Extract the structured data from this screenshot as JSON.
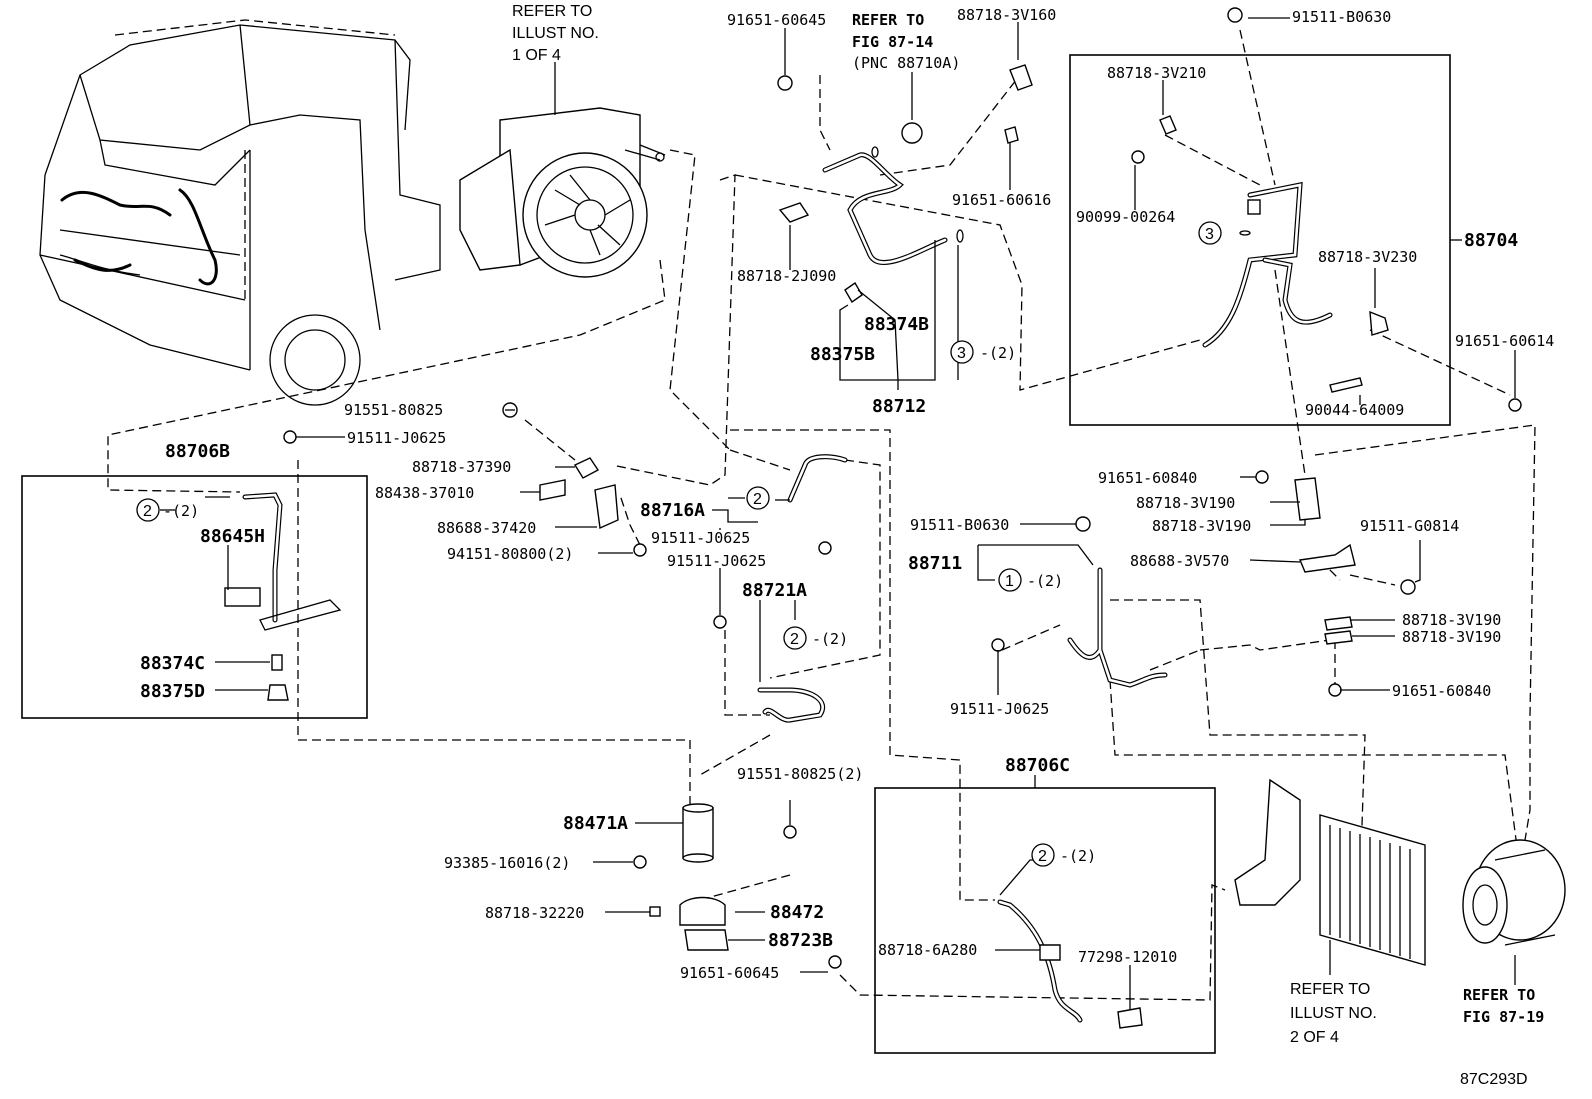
{
  "labels": {
    "refer_illust_1": [
      "REFER TO",
      "ILLUST NO.",
      "1 OF 4"
    ],
    "refer_illust_2": [
      "REFER TO",
      "ILLUST NO.",
      "2 OF 4"
    ],
    "refer_fig_87_14": [
      "REFER TO",
      "FIG 87-14",
      "(PNC 88710A)"
    ],
    "refer_fig_87_19": [
      "REFER TO",
      "FIG 87-19"
    ],
    "p91651_60645_top": "91651-60645",
    "p88718_3v160": "88718-3V160",
    "p91511_b0630_top": "91511-B0630",
    "p88718_3v210": "88718-3V210",
    "p91651_60616": "91651-60616",
    "p90099_00264": "90099-00264",
    "p88704": "88704",
    "p88718_3v230": "88718-3V230",
    "p88718_2j090": "88718-2J090",
    "p88374b": "88374B",
    "p88375b": "88375B",
    "p88712": "88712",
    "p91651_60614": "91651-60614",
    "p90044_64009": "90044-64009",
    "p91551_80825": "91551-80825",
    "p91511_j0625_a": "91511-J0625",
    "p88706b": "88706B",
    "p88718_37390": "88718-37390",
    "p88438_37010": "88438-37010",
    "p88688_37420": "88688-37420",
    "p94151_80800": "94151-80800(2)",
    "p88716a": "88716A",
    "p91511_j0625_b": "91511-J0625",
    "p91511_j0625_c": "91511-J0625",
    "p88645h": "88645H",
    "p88374c": "88374C",
    "p88375d": "88375D",
    "p88721a": "88721A",
    "p91651_60840_a": "91651-60840",
    "p88718_3v190_a": "88718-3V190",
    "p88718_3v190_b": "88718-3V190",
    "p91511_b0630_mid": "91511-B0630",
    "p91511_g0814": "91511-G0814",
    "p88711": "88711",
    "p88688_3v570": "88688-3V570",
    "p88718_3v190_c": "88718-3V190",
    "p88718_3v190_d": "88718-3V190",
    "p91651_60840_b": "91651-60840",
    "p91511_j0625_d": "91511-J0625",
    "p88706c": "88706C",
    "p91551_80825_2": "91551-80825(2)",
    "p88471a": "88471A",
    "p93385_16016": "93385-16016(2)",
    "p88718_32220": "88718-32220",
    "p88472": "88472",
    "p88723b": "88723B",
    "p91651_60645_bot": "91651-60645",
    "p88718_6a280": "88718-6A280",
    "p77298_12010": "77298-12010",
    "ref_code": "87C293D",
    "qty2": "-(2)",
    "c1": "1",
    "c2": "2",
    "c3": "3"
  }
}
